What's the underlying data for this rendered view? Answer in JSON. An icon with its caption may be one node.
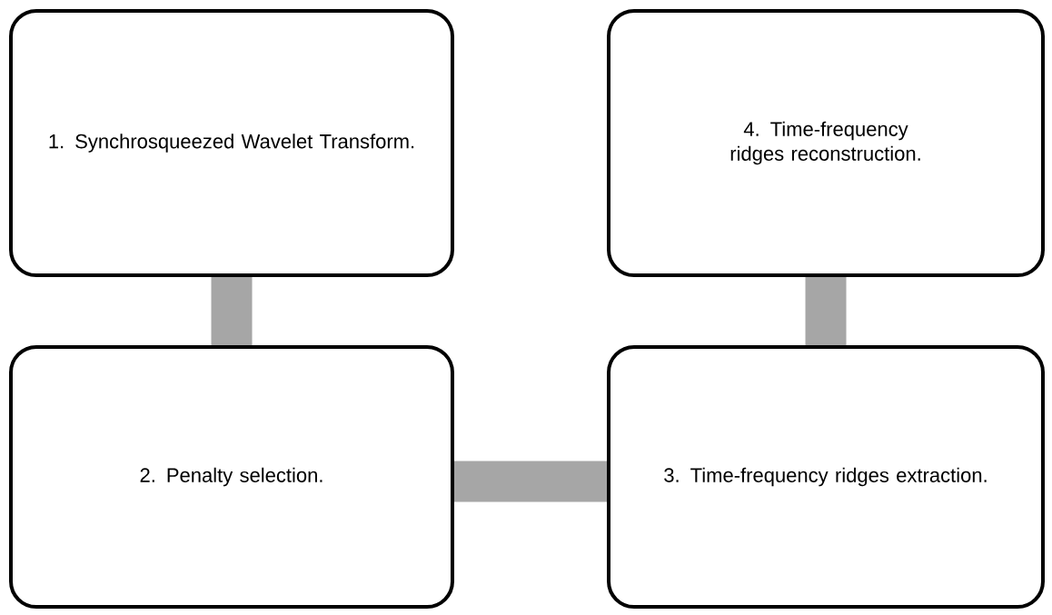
{
  "diagram": {
    "nodes": [
      {
        "text": [
          "1. Synchrosqueezed Wavelet Transform."
        ]
      },
      {
        "text": [
          "4. Time-frequency ridges reconstruction."
        ]
      },
      {
        "text": [
          "2. Penalty selection."
        ]
      },
      {
        "text": [
          "3. Time-frequency ridges extraction."
        ]
      }
    ],
    "edges": [
      {
        "from": 0,
        "to": 2,
        "arrow": "none"
      },
      {
        "from": 2,
        "to": 3,
        "arrow": "none"
      },
      {
        "from": 3,
        "to": 1,
        "arrow": "none"
      }
    ]
  }
}
